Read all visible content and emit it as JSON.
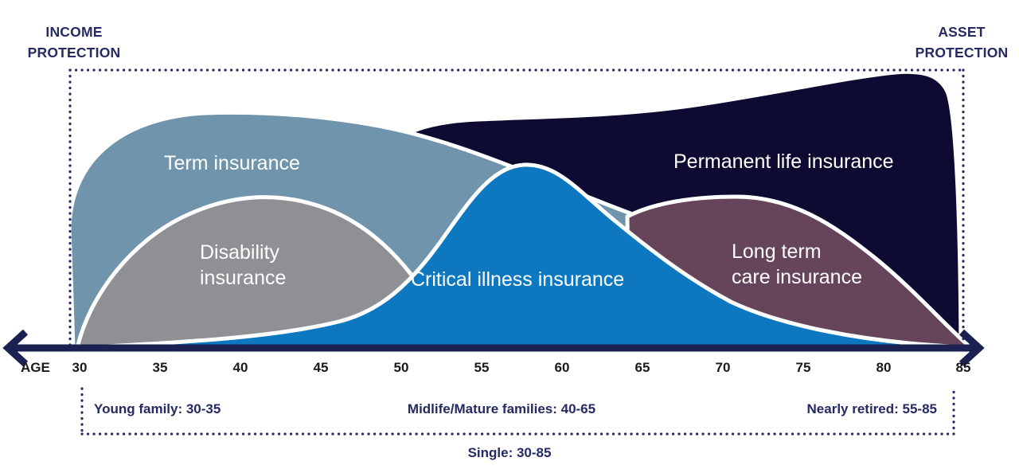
{
  "header": {
    "left_title": "INCOME\nPROTECTION",
    "right_title": "ASSET\nPROTECTION"
  },
  "areas": {
    "term": {
      "label": "Term insurance",
      "color": "#6f94ab"
    },
    "disability": {
      "label": "Disability\ninsurance",
      "color": "#8e9093"
    },
    "critical": {
      "label": "Critical illness insurance",
      "color": "#0d78c0"
    },
    "permanent": {
      "label": "Permanent life insurance",
      "color": "#0d0b31"
    },
    "longterm": {
      "label": "Long term\ncare insurance",
      "color": "#664459"
    }
  },
  "axis": {
    "label": "AGE",
    "ticks": [
      "30",
      "35",
      "40",
      "45",
      "50",
      "55",
      "60",
      "65",
      "70",
      "75",
      "80",
      "85"
    ]
  },
  "segments": {
    "young": "Young family: 30-35",
    "midlife": "Midlife/Mature families: 40-65",
    "nearly_retired": "Nearly retired: 55-85",
    "single": "Single: 30-85"
  },
  "colors": {
    "axis": "#1b2150",
    "border": "#262a5e",
    "outline": "#ffffff",
    "text_navy": "#252a63",
    "text_black": "#1a1a1a"
  },
  "chart_data": {
    "type": "area",
    "title": "",
    "xlabel": "AGE",
    "ylabel": "",
    "x": [
      30,
      35,
      40,
      45,
      50,
      55,
      60,
      65,
      70,
      75,
      80,
      85
    ],
    "xlim": [
      30,
      86
    ],
    "ylim": [
      0,
      100
    ],
    "grid": false,
    "legend_position": "labels-inside-areas",
    "note": "Conceptual overlapping-area chart; y-values are relative coverage levels (0-100) estimated from pixel heights, no y-axis shown.",
    "series": [
      {
        "name": "Term insurance",
        "color": "#6f94ab",
        "values": [
          52,
          83,
          85,
          84,
          80,
          73,
          59,
          48,
          0,
          0,
          0,
          0
        ]
      },
      {
        "name": "Disability insurance",
        "color": "#8e9093",
        "values": [
          4,
          36,
          54,
          50,
          30,
          6,
          0,
          0,
          0,
          0,
          0,
          0
        ]
      },
      {
        "name": "Critical illness insurance",
        "color": "#0d78c0",
        "values": [
          2,
          3,
          5,
          10,
          27,
          60,
          64,
          38,
          17,
          8,
          3,
          1
        ]
      },
      {
        "name": "Permanent life insurance",
        "color": "#0d0b31",
        "values": [
          0,
          0,
          0,
          0,
          78,
          82,
          83,
          85,
          89,
          94,
          98,
          92
        ]
      },
      {
        "name": "Long term care insurance",
        "color": "#664459",
        "values": [
          0,
          0,
          0,
          0,
          0,
          0,
          10,
          52,
          54,
          44,
          31,
          6
        ]
      }
    ],
    "annotations": [
      "INCOME PROTECTION (left)",
      "ASSET PROTECTION (right)",
      "Young family: 30-35",
      "Midlife/Mature families: 40-65",
      "Nearly retired: 55-85",
      "Single: 30-85"
    ]
  }
}
